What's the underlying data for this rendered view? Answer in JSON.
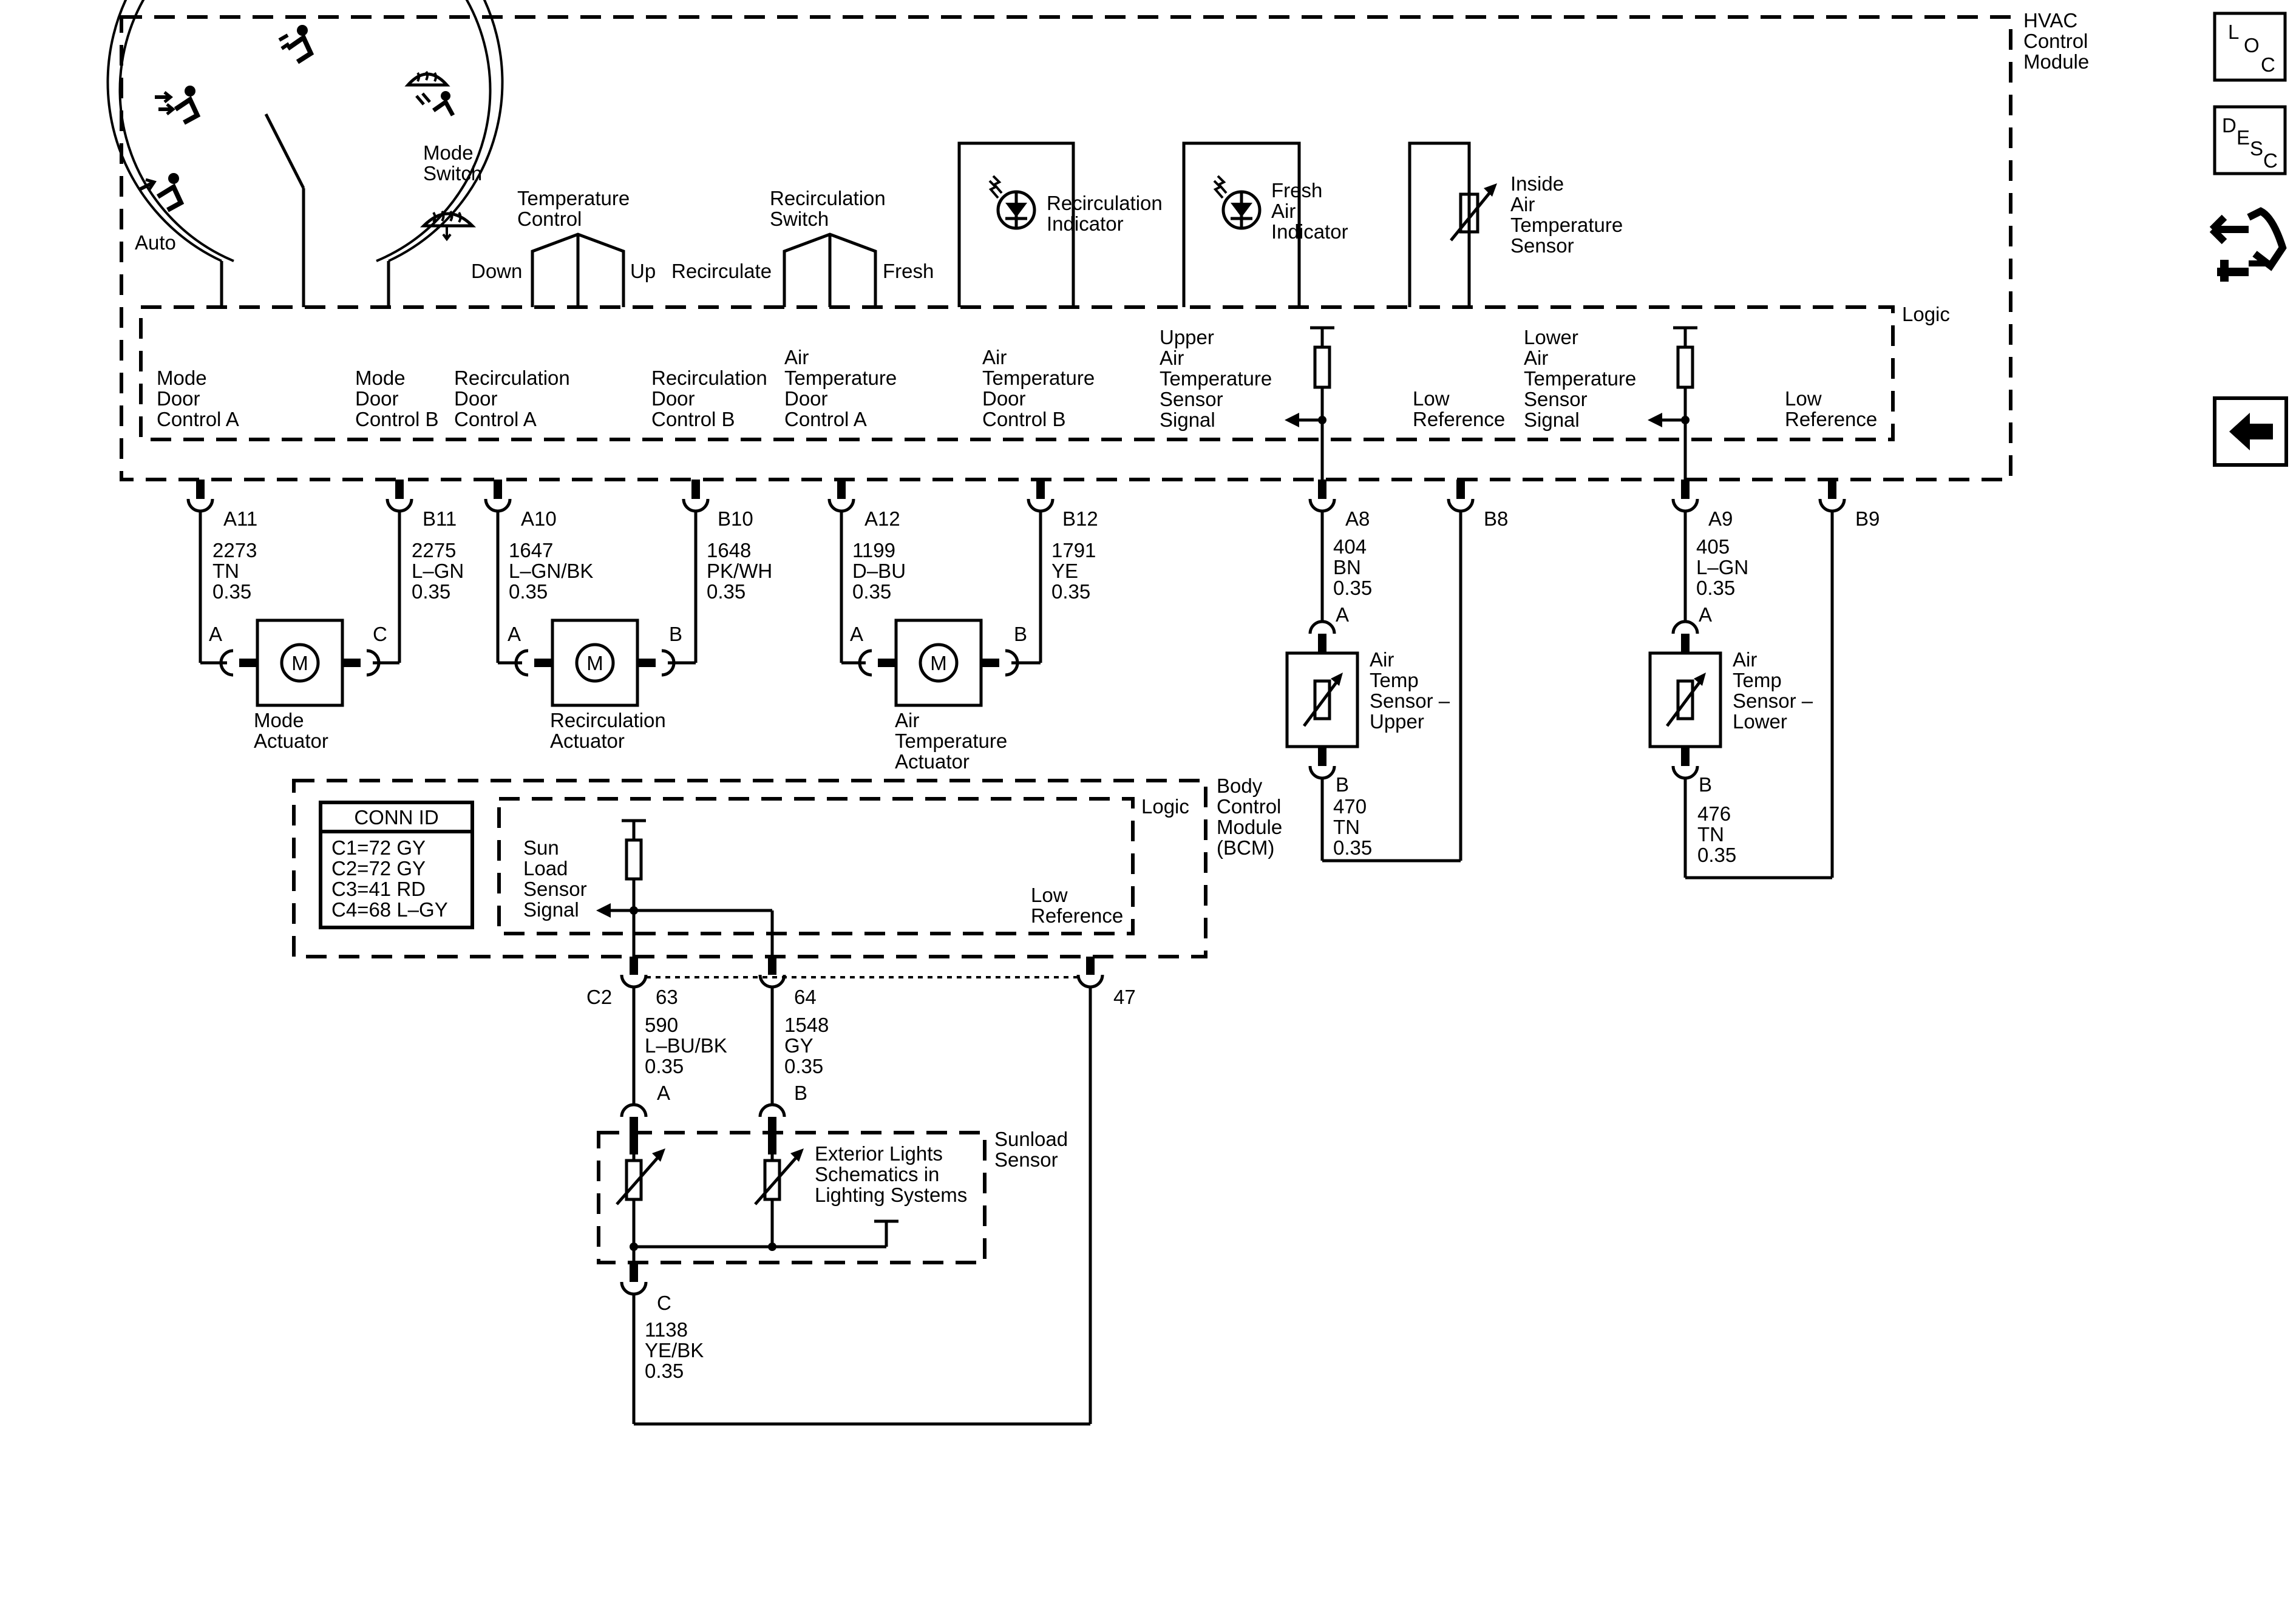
{
  "hvac": {
    "module_title": [
      "HVAC",
      "Control",
      "Module"
    ],
    "logic": "Logic",
    "mode_switch": [
      "Mode",
      "Switch"
    ],
    "auto": "Auto",
    "temp_control": [
      "Temperature",
      "Control"
    ],
    "down": "Down",
    "up": "Up",
    "recirc_switch": [
      "Recirculation",
      "Switch"
    ],
    "recirculate": "Recirculate",
    "fresh": "Fresh",
    "recirc_indicator": [
      "Recirculation",
      "Indicator"
    ],
    "fresh_indicator": [
      "Fresh",
      "Air",
      "Indicator"
    ],
    "inside_sensor": [
      "Inside",
      "Air",
      "Temperature",
      "Sensor"
    ],
    "outputs": [
      [
        "Mode",
        "Door",
        "Control A"
      ],
      [
        "Mode",
        "Door",
        "Control B"
      ],
      [
        "Recirculation",
        "Door",
        "Control A"
      ],
      [
        "Recirculation",
        "Door",
        "Control B"
      ],
      [
        "Air",
        "Temperature",
        "Door",
        "Control A"
      ],
      [
        "Air",
        "Temperature",
        "Door",
        "Control B"
      ],
      [
        "Upper",
        "Air",
        "Temperature",
        "Sensor",
        "Signal"
      ],
      [
        "Low",
        "Reference"
      ],
      [
        "Lower",
        "Air",
        "Temperature",
        "Sensor",
        "Signal"
      ],
      [
        "Low",
        "Reference"
      ]
    ]
  },
  "connectors": [
    {
      "pin": "A11",
      "wire": [
        "2273",
        "TN",
        "0.35"
      ]
    },
    {
      "pin": "B11",
      "wire": [
        "2275",
        "L–GN",
        "0.35"
      ]
    },
    {
      "pin": "A10",
      "wire": [
        "1647",
        "L–GN/BK",
        "0.35"
      ]
    },
    {
      "pin": "B10",
      "wire": [
        "1648",
        "PK/WH",
        "0.35"
      ]
    },
    {
      "pin": "A12",
      "wire": [
        "1199",
        "D–BU",
        "0.35"
      ]
    },
    {
      "pin": "B12",
      "wire": [
        "1791",
        "YE",
        "0.35"
      ]
    },
    {
      "pin": "A8",
      "wire": [
        "404",
        "BN",
        "0.35"
      ]
    },
    {
      "pin": "B8",
      "wire": []
    },
    {
      "pin": "A9",
      "wire": [
        "405",
        "L–GN",
        "0.35"
      ]
    },
    {
      "pin": "B9",
      "wire": []
    }
  ],
  "actuators": [
    {
      "name": [
        "Mode",
        "Actuator"
      ],
      "left": "A",
      "right": "C",
      "motor": "M"
    },
    {
      "name": [
        "Recirculation",
        "Actuator"
      ],
      "left": "A",
      "right": "B",
      "motor": "M"
    },
    {
      "name": [
        "Air",
        "Temperature",
        "Actuator"
      ],
      "left": "A",
      "right": "B",
      "motor": "M"
    }
  ],
  "temp_sensors": [
    {
      "name": [
        "Air",
        "Temp",
        "Sensor –",
        "Upper"
      ],
      "top": "A",
      "bottom": "B",
      "return_wire": [
        "470",
        "TN",
        "0.35"
      ]
    },
    {
      "name": [
        "Air",
        "Temp",
        "Sensor –",
        "Lower"
      ],
      "top": "A",
      "bottom": "B",
      "return_wire": [
        "476",
        "TN",
        "0.35"
      ]
    }
  ],
  "bcm": {
    "title": [
      "Body",
      "Control",
      "Module",
      "(BCM)"
    ],
    "logic": "Logic",
    "conn_id_title": "CONN ID",
    "conn_ids": [
      "C1=72 GY",
      "C2=72 GY",
      "C3=41 RD",
      "C4=68 L–GY"
    ],
    "sun_load_signal": [
      "Sun",
      "Load",
      "Sensor",
      "Signal"
    ],
    "low_reference": [
      "Low",
      "Reference"
    ],
    "connector": "C2",
    "pins": [
      "63",
      "64",
      "47"
    ],
    "wires": [
      [
        "590",
        "L–BU/BK",
        "0.35"
      ],
      [
        "1548",
        "GY",
        "0.35"
      ]
    ]
  },
  "sunload": {
    "title": [
      "Sunload",
      "Sensor"
    ],
    "pin_a": "A",
    "pin_b": "B",
    "pin_c": "C",
    "note": [
      "Exterior Lights",
      "Schematics in",
      "Lighting Systems"
    ],
    "ground_wire": [
      "1138",
      "YE/BK",
      "0.35"
    ]
  },
  "sidebar": {
    "loc": [
      "L",
      "O",
      "C"
    ],
    "desc": [
      "D",
      "E",
      "S",
      "C"
    ],
    "icons": [
      "connector-end-view-icon",
      "back-arrow-icon"
    ]
  }
}
